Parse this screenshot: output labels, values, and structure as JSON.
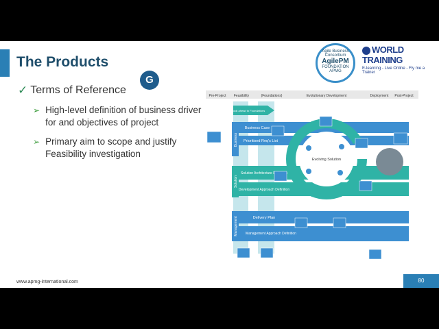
{
  "slide": {
    "title": "The Products",
    "badge": "G",
    "bullet": "Terms of Reference",
    "sub_bullets": [
      "High-level definition of business driver for and objectives of project",
      "Primary aim to scope and justify Feasibility investigation"
    ],
    "footer_url": "www.apmg-international.com",
    "page_number": "80"
  },
  "logos": {
    "agile_small": "Agile Business Consortium",
    "agile_big": "AgilePM",
    "agile_sub": "FOUNDATION",
    "agile_org": "APMG",
    "wt_name": "WORLD TRAINING",
    "wt_tag": "E-learning - Live Online - Fly me a Trainer"
  },
  "diagram": {
    "phases": [
      "Pre-Project",
      "Feasibility",
      "(Foundations)",
      "Evolutionary Development",
      "Deployment",
      "Post-Project"
    ],
    "rows": [
      "Business",
      "Solution",
      "Management"
    ],
    "bands": [
      "Business Case",
      "Prioritised Req's List",
      "Solution Architecture Definition",
      "Development Approach Definition",
      "Delivery Plan",
      "Management Approach Definition"
    ],
    "center": "Evolving Solution",
    "top_arrow": "Look ahead to Foundations"
  },
  "colors": {
    "accent": "#2a7fb5",
    "band": "#3d8fd1",
    "teal": "#2fb3a6",
    "title": "#1f4e6b"
  }
}
